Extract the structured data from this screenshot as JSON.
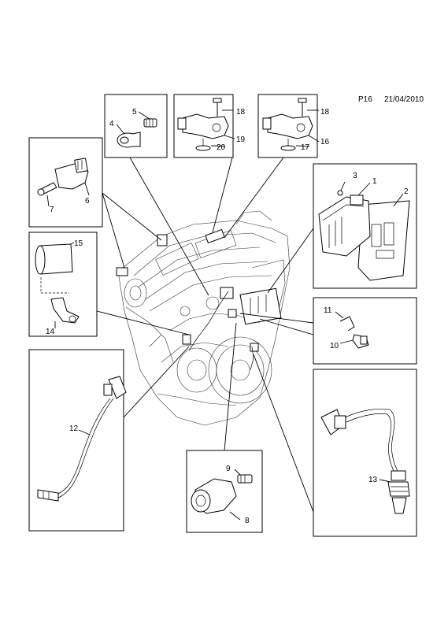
{
  "header": {
    "page_code": "P16",
    "date": "21/04/2010"
  },
  "callouts": {
    "c1": "1",
    "c2": "2",
    "c3": "3",
    "c4": "4",
    "c5": "5",
    "c6": "6",
    "c7": "7",
    "c8": "8",
    "c9": "9",
    "c10": "10",
    "c11": "11",
    "c12": "12",
    "c13": "13",
    "c14": "14",
    "c15": "15",
    "c16": "16",
    "c17": "17",
    "c18a": "18",
    "c18b": "18",
    "c19": "19",
    "c20": "20"
  }
}
